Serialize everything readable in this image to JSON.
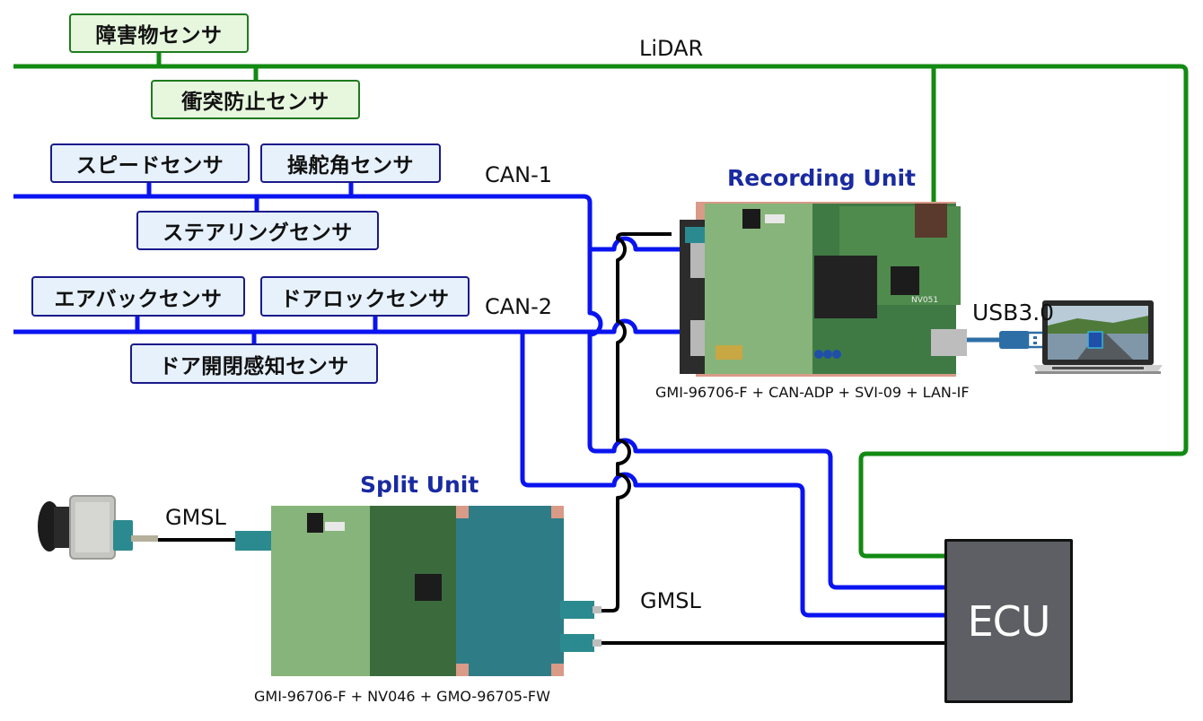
{
  "buses": {
    "lidar": {
      "label": "LiDAR",
      "color": "#138a13"
    },
    "can1": {
      "label": "CAN-1",
      "color": "#0a14f0"
    },
    "can2": {
      "label": "CAN-2",
      "color": "#0a14f0"
    },
    "gmsl_in": {
      "label": "GMSL",
      "color": "#000000"
    },
    "gmsl_out": {
      "label": "GMSL",
      "color": "#000000"
    },
    "usb": {
      "label": "USB3.0",
      "color": "#2e6ea6"
    }
  },
  "sensors": {
    "lidar": [
      {
        "label": "障害物センサ"
      },
      {
        "label": "衝突防止センサ"
      }
    ],
    "can1": [
      {
        "label": "スピードセンサ"
      },
      {
        "label": "操舵角センサ"
      },
      {
        "label": "ステアリングセンサ"
      }
    ],
    "can2": [
      {
        "label": "エアバックセンサ"
      },
      {
        "label": "ドアロックセンサ"
      },
      {
        "label": "ドア開閉感知センサ"
      }
    ]
  },
  "recording_unit": {
    "title": "Recording Unit",
    "caption": "GMI-96706-F + CAN-ADP + SVI-09 + LAN-IF",
    "module_label": "NV051"
  },
  "split_unit": {
    "title": "Split Unit",
    "caption": "GMI-96706-F + NV046 + GMO-96705-FW"
  },
  "ecu": {
    "label": "ECU"
  },
  "devices": {
    "camera": "camera-icon",
    "laptop": "laptop-icon",
    "usb_plug": "usb-plug-icon"
  }
}
